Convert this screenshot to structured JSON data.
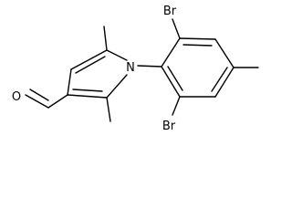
{
  "molecule": {
    "atoms": {
      "O": "O",
      "N": "N",
      "Br_top": "Br",
      "Br_bottom": "Br"
    }
  }
}
